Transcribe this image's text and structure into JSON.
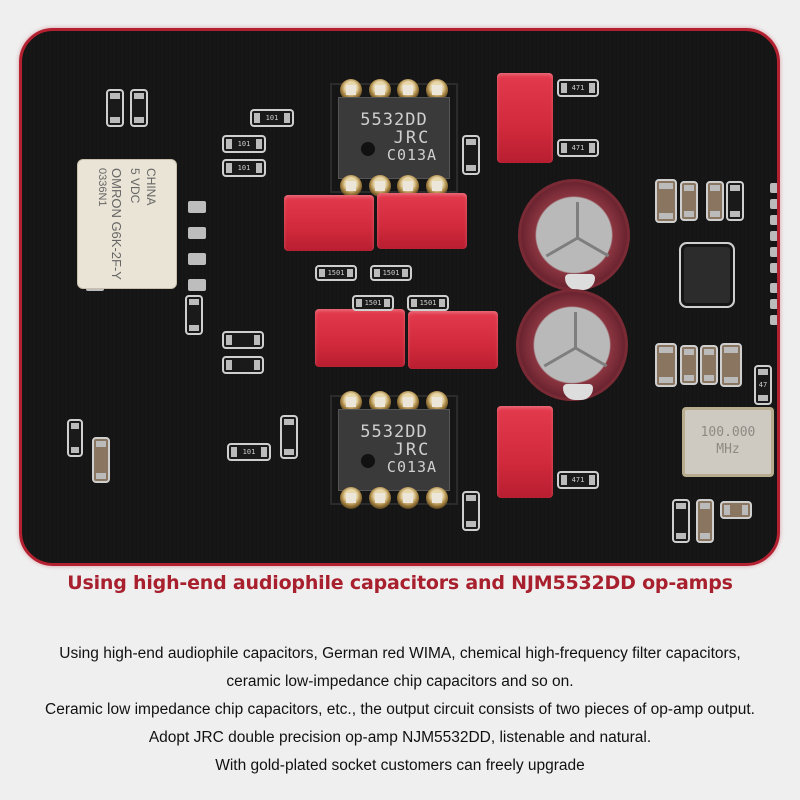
{
  "image": {
    "kind": "product-photo",
    "subject": "Audio DAC PCB",
    "colors": {
      "background": "#efefef",
      "board": "#151515",
      "board_border": "#b32030",
      "wima_red": "#d12a3c",
      "headline": "#a8202e",
      "body_text": "#111111"
    }
  },
  "board": {
    "opamps": [
      {
        "line1": "5532DD",
        "line2": "JRC",
        "line3": "C013A"
      },
      {
        "line1": "5532DD",
        "line2": "JRC",
        "line3": "C013A"
      }
    ],
    "relay": {
      "lines": [
        "0336N1",
        "OMRON G6K-2F-Y",
        "5 VDC",
        "CHINA"
      ]
    },
    "crystal": {
      "freq": "100.000",
      "unit": "MHz"
    },
    "resistor_codes": {
      "r471": "471",
      "r101": "101",
      "r1501": "1501",
      "r47": "47"
    }
  },
  "caption": {
    "headline": "Using high-end audiophile capacitors and NJM5532DD op-amps",
    "lines": [
      "Using high-end audiophile capacitors, German red WIMA, chemical high-frequency filter capacitors,",
      "ceramic low-impedance chip capacitors and so on.",
      "Ceramic low impedance chip capacitors, etc., the output circuit consists of two pieces of op-amp output.",
      "Adopt JRC double precision op-amp NJM5532DD, listenable and natural.",
      "With gold-plated socket customers can freely upgrade"
    ]
  }
}
